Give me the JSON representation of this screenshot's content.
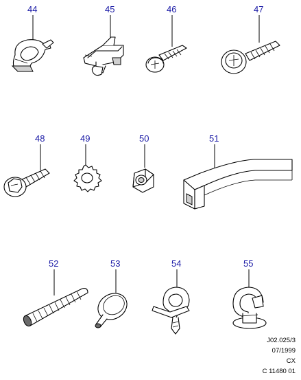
{
  "parts": [
    {
      "number": "44",
      "kind": "clip"
    },
    {
      "number": "45",
      "kind": "clip-bracket"
    },
    {
      "number": "46",
      "kind": "screw"
    },
    {
      "number": "47",
      "kind": "screw-washer"
    },
    {
      "number": "48",
      "kind": "hex-bolt"
    },
    {
      "number": "49",
      "kind": "lock-washer"
    },
    {
      "number": "50",
      "kind": "hex-nut"
    },
    {
      "number": "51",
      "kind": "edge-trim"
    },
    {
      "number": "52",
      "kind": "threaded-rod"
    },
    {
      "number": "53",
      "kind": "grommet-clip"
    },
    {
      "number": "54",
      "kind": "ring-clip"
    },
    {
      "number": "55",
      "kind": "ring-clip"
    }
  ],
  "reference": {
    "line1": "J02.025/3",
    "line2": "07/1999",
    "line3": "CX",
    "line4": "C 11480 01"
  },
  "colors": {
    "callout": "#1a1aa6",
    "line": "#000000",
    "background": "#ffffff"
  }
}
